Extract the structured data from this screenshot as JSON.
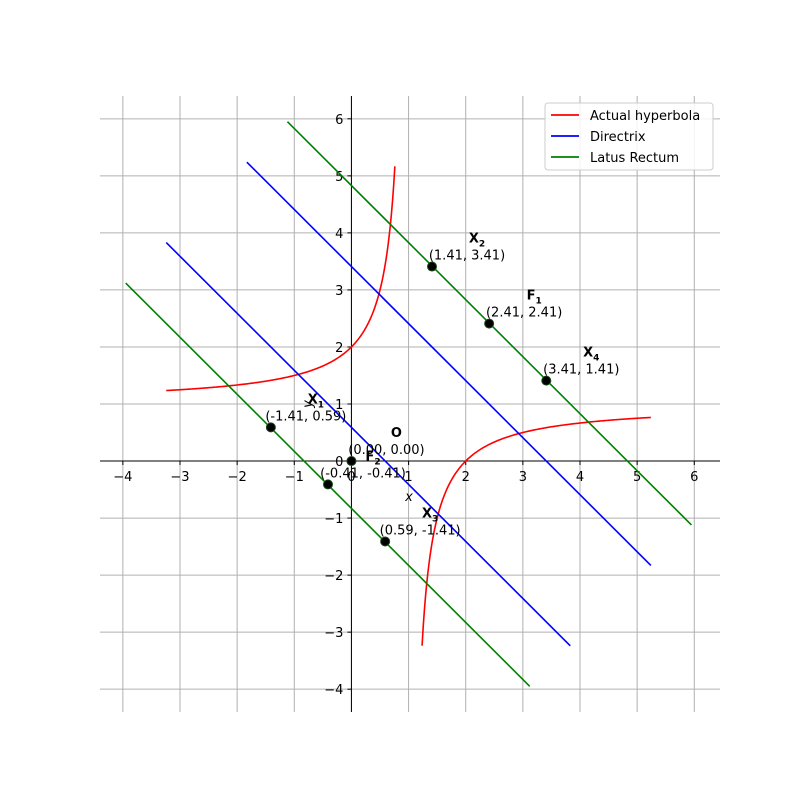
{
  "chart_data": {
    "type": "line",
    "title": "",
    "xlabel": "x",
    "ylabel": "y",
    "xlim": [
      -4.4,
      6.45
    ],
    "ylim": [
      -4.4,
      6.4
    ],
    "grid": true,
    "legend_position": "upper-right",
    "x_ticks": [
      -4,
      -3,
      -2,
      -1,
      0,
      1,
      2,
      3,
      4,
      5,
      6
    ],
    "y_ticks": [
      -4,
      -3,
      -2,
      -1,
      0,
      1,
      2,
      3,
      4,
      5,
      6
    ],
    "x_tick_labels": [
      "−4",
      "−3",
      "−2",
      "−1",
      "0",
      "1",
      "2",
      "3",
      "4",
      "5",
      "6"
    ],
    "y_tick_labels": [
      "−4",
      "−3",
      "−2",
      "−1",
      "0",
      "1",
      "2",
      "3",
      "4",
      "5",
      "6"
    ],
    "series": [
      {
        "name": "Actual hyperbola",
        "color": "#ff0000",
        "kind": "hyperbola",
        "center": [
          1,
          1
        ],
        "k": -1,
        "branches": [
          {
            "x_range": [
              -3.24,
              0.76
            ]
          },
          {
            "x_range": [
              1.236,
              5.24
            ]
          }
        ]
      },
      {
        "name": "Directrix",
        "color": "#0000ff",
        "kind": "lines",
        "segments": [
          {
            "x": [
              -3.24,
              3.83
            ],
            "y": [
              3.83,
              -3.24
            ]
          },
          {
            "x": [
              -1.83,
              5.24
            ],
            "y": [
              5.24,
              -1.83
            ]
          }
        ]
      },
      {
        "name": "Latus Rectum",
        "color": "#008000",
        "kind": "lines",
        "segments": [
          {
            "x": [
              -3.95,
              3.12
            ],
            "y": [
              3.12,
              -3.95
            ]
          },
          {
            "x": [
              -1.12,
              5.95
            ],
            "y": [
              5.95,
              -1.12
            ]
          }
        ]
      }
    ],
    "points": [
      {
        "name": "X",
        "sub": "1",
        "x": -1.41,
        "y": 0.59,
        "coords": "(-1.41, 0.59)"
      },
      {
        "name": "X",
        "sub": "2",
        "x": 1.41,
        "y": 3.41,
        "coords": "(1.41, 3.41)"
      },
      {
        "name": "X",
        "sub": "3",
        "x": 0.59,
        "y": -1.41,
        "coords": "(0.59, -1.41)"
      },
      {
        "name": "X",
        "sub": "4",
        "x": 3.41,
        "y": 1.41,
        "coords": "(3.41, 1.41)"
      },
      {
        "name": "F",
        "sub": "1",
        "x": 2.41,
        "y": 2.41,
        "coords": "(2.41, 2.41)"
      },
      {
        "name": "F",
        "sub": "2",
        "x": -0.41,
        "y": -0.41,
        "coords": "(-0.41, -0.41)"
      },
      {
        "name": "O",
        "sub": "",
        "x": 0.0,
        "y": 0.0,
        "coords": "(0.00, 0.00)"
      }
    ]
  }
}
